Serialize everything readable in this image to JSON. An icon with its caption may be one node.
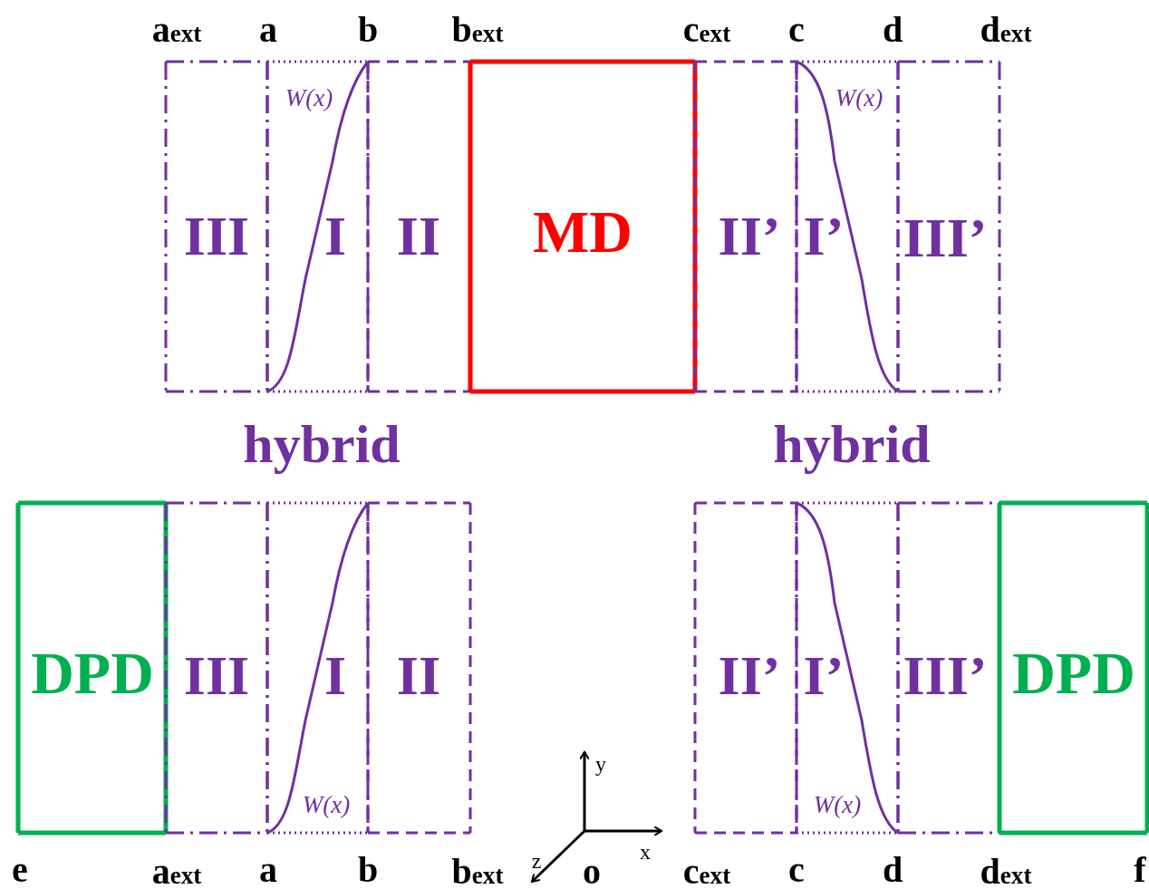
{
  "diagram": {
    "nodes": [
      {
        "text": [
          "III"
        ]
      },
      {
        "text": [
          "W(x)",
          "I"
        ]
      },
      {
        "text": [
          "II"
        ]
      },
      {
        "text": [
          "MD"
        ]
      },
      {
        "text": [
          "II’"
        ]
      },
      {
        "text": [
          "W(x)",
          "I’"
        ]
      },
      {
        "text": [
          "III’"
        ]
      },
      {
        "text": [
          "DPD"
        ]
      },
      {
        "text": [
          "III"
        ]
      },
      {
        "text": [
          "I",
          "W(x)"
        ]
      },
      {
        "text": [
          "II"
        ]
      },
      {
        "text": [
          "II’"
        ]
      },
      {
        "text": [
          "I’",
          "W(x)"
        ]
      },
      {
        "text": [
          "III’"
        ]
      },
      {
        "text": [
          "DPD"
        ]
      }
    ],
    "edges": [],
    "labels": [
      "a$_{ext}$",
      "a",
      "b",
      "b$_{ext}$",
      "c$_{ext}$",
      "c",
      "d",
      "d$_{ext}$",
      "hybrid",
      "hybrid",
      "y",
      "x",
      "z",
      "e",
      "a$_{ext}$",
      "a",
      "b",
      "b$_{ext}$",
      "o",
      "c$_{ext}$",
      "c",
      "d",
      "d$_{ext}$",
      "f"
    ]
  }
}
